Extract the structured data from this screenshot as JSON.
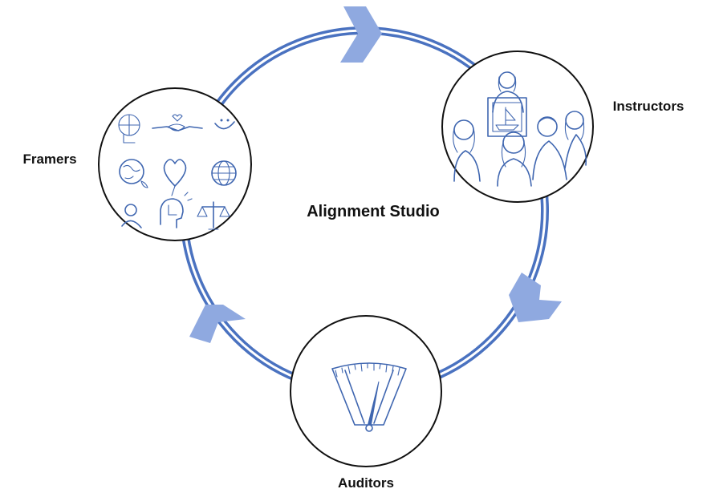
{
  "center_label": "Alignment Studio",
  "nodes": [
    {
      "label": "Framers"
    },
    {
      "label": "Instructors"
    },
    {
      "label": "Auditors"
    }
  ],
  "colors": {
    "ring": "#4a72c0",
    "arrow": "#8fa9e0",
    "icon_ink": "#3f66b0",
    "circle_border": "#111111"
  },
  "icons": {
    "framers": [
      "puzzle-head-icon",
      "handshake-icon",
      "smile-icon",
      "globe-icon",
      "heart-icon",
      "world-grid-icon",
      "person-icon",
      "puzzle-head-2-icon",
      "scales-icon"
    ],
    "instructors": "classroom-scene-icon",
    "auditors": "gauge-icon"
  }
}
